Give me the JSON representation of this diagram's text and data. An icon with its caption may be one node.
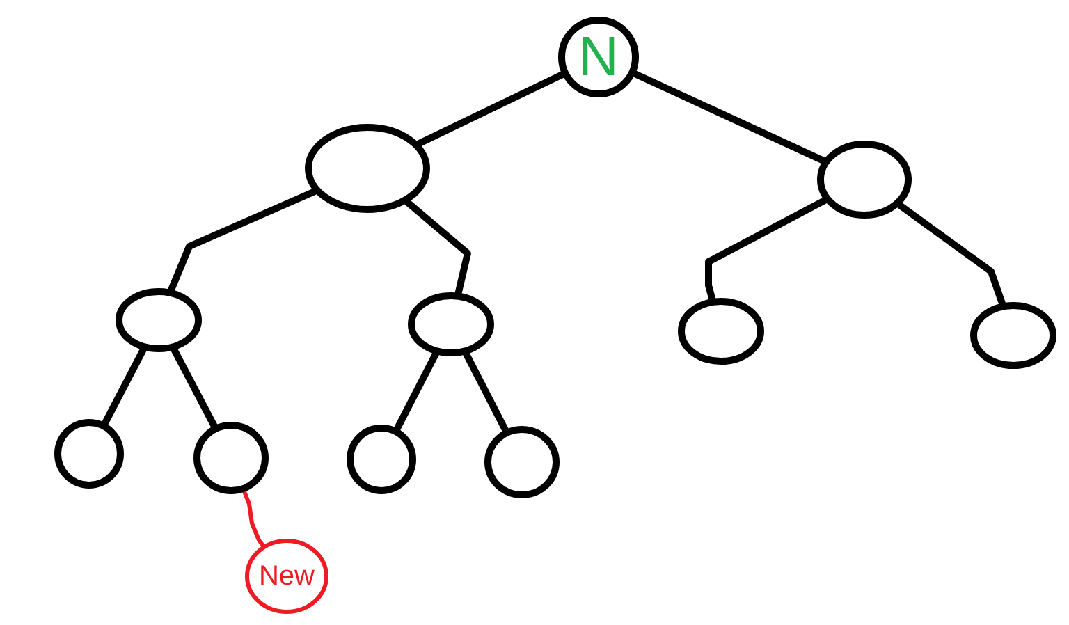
{
  "diagram": {
    "nodes": [
      {
        "text": [
          "N"
        ]
      },
      {
        "text": [],
        "shape": "circle"
      },
      {
        "text": [],
        "shape": "circle"
      },
      {
        "text": [],
        "shape": "circle"
      },
      {
        "text": [],
        "shape": "circle"
      },
      {
        "text": [],
        "shape": "circle"
      },
      {
        "text": [],
        "shape": "circle"
      },
      {
        "text": [],
        "shape": "circle"
      },
      {
        "text": [],
        "shape": "circle"
      },
      {
        "text": [],
        "shape": "circle"
      },
      {
        "text": [],
        "shape": "circle"
      },
      {
        "text": [
          "New"
        ]
      }
    ],
    "edges": [
      {
        "from": 0,
        "to": 1,
        "arrow": "none"
      },
      {
        "from": 0,
        "to": 2,
        "arrow": "none"
      },
      {
        "from": 1,
        "to": 3,
        "arrow": "none"
      },
      {
        "from": 1,
        "to": 4,
        "arrow": "none"
      },
      {
        "from": 2,
        "to": 5,
        "arrow": "none"
      },
      {
        "from": 2,
        "to": 6,
        "arrow": "none"
      },
      {
        "from": 3,
        "to": 7,
        "arrow": "none"
      },
      {
        "from": 3,
        "to": 8,
        "arrow": "none"
      },
      {
        "from": 4,
        "to": 9,
        "arrow": "none"
      },
      {
        "from": 4,
        "to": 10,
        "arrow": "none"
      },
      {
        "from": 8,
        "to": 11,
        "arrow": "none",
        "color": "#ed1c24"
      }
    ]
  }
}
